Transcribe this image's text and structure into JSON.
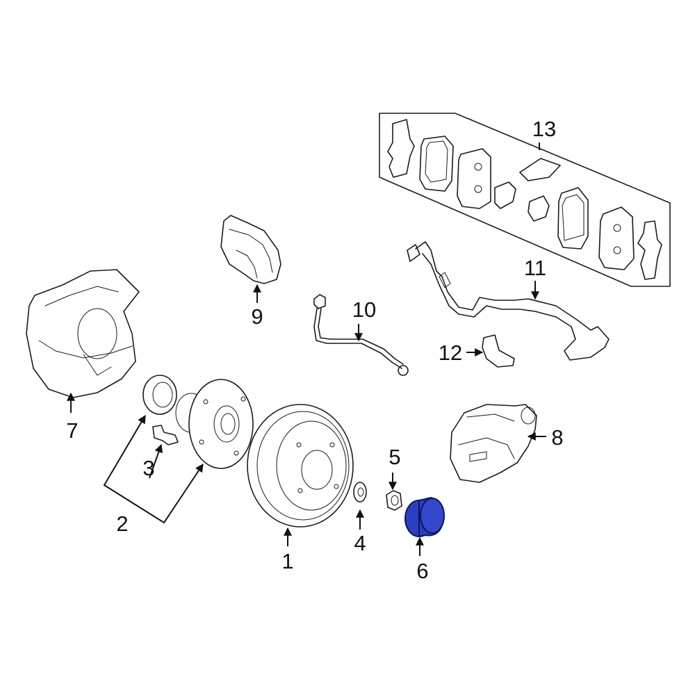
{
  "callouts": {
    "c1": "1",
    "c2": "2",
    "c3": "3",
    "c4": "4",
    "c5": "5",
    "c6": "6",
    "c7": "7",
    "c8": "8",
    "c9": "9",
    "c10": "10",
    "c11": "11",
    "c12": "12",
    "c13": "13"
  },
  "colors": {
    "line": "#1a1a1a",
    "highlight_fill": "#2b3fbf",
    "highlight_stroke": "#0d1460",
    "background": "#ffffff"
  },
  "highlighted_part": "6"
}
